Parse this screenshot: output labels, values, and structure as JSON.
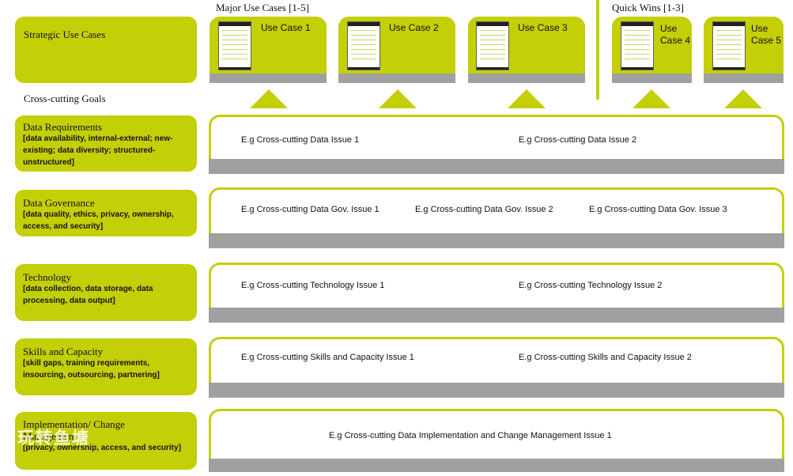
{
  "header": {
    "major_label": "Major Use Cases [1-5]",
    "quick_label": "Quick Wins [1-3]"
  },
  "strategic": {
    "title": "Strategic Use Cases"
  },
  "cross_cutting": {
    "title": "Cross-cutting Goals"
  },
  "use_cases": [
    {
      "label": "Use Case 1"
    },
    {
      "label": "Use Case 2"
    },
    {
      "label": "Use Case 3"
    },
    {
      "label": "Use Case 4"
    },
    {
      "label": "Use Case 5"
    }
  ],
  "goals": [
    {
      "title": "Data Requirements",
      "subtitle": "[data availability, internal-external; new-existing; data diversity; structured-unstructured]",
      "issues": [
        "E.g Cross-cutting Data Issue 1",
        "E.g Cross-cutting Data Issue 2"
      ]
    },
    {
      "title": "Data Governance",
      "subtitle": "[data quality, ethics, privacy, ownership, access, and security]",
      "issues": [
        "E.g Cross-cutting Data Gov. Issue 1",
        "E.g Cross-cutting Data Gov. Issue 2",
        "E.g Cross-cutting Data Gov. Issue 3"
      ]
    },
    {
      "title": "Technology",
      "subtitle": "[data collection, data storage, data processing, data output]",
      "issues": [
        "E.g Cross-cutting Technology Issue 1",
        "E.g Cross-cutting Technology Issue 2"
      ]
    },
    {
      "title": "Skills and Capacity",
      "subtitle": "[skill gaps, training requirements, insourcing, outsourcing, partnering]",
      "issues": [
        "E.g Cross-cutting Skills and Capacity Issue 1",
        "E.g Cross-cutting Skills and Capacity Issue 2"
      ]
    },
    {
      "title": "Implementation/ Change Management",
      "subtitle": "[privacy, ownership, access, and security]",
      "issues": [
        "E.g Cross-cutting Data Implementation and Change Management Issue 1"
      ]
    }
  ],
  "watermark": {
    "text": "玩转鱼塘"
  },
  "colors": {
    "accent": "#c3cf07",
    "bar": "#a0a0a0"
  }
}
